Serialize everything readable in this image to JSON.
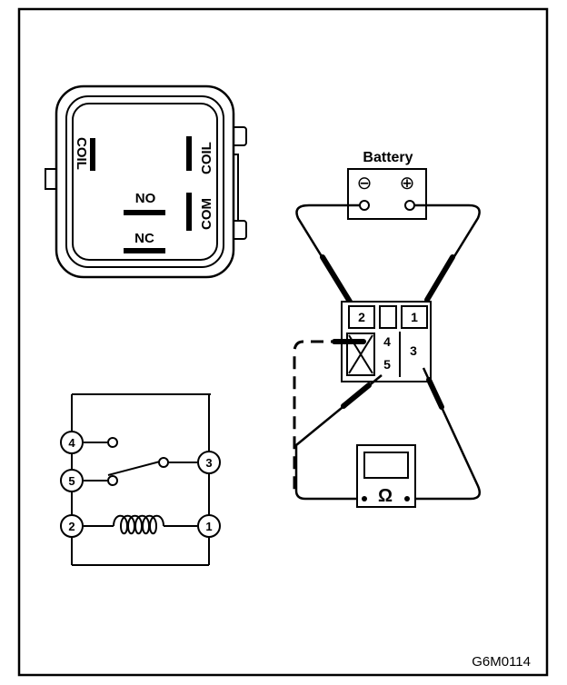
{
  "connector": {
    "pin_labels": {
      "coil_left": "COIL",
      "coil_right": "COIL",
      "com": "COM",
      "no": "NO",
      "nc": "NC"
    }
  },
  "schematic": {
    "terminals": [
      "4",
      "5",
      "3",
      "2",
      "1"
    ]
  },
  "test_setup": {
    "battery_label": "Battery",
    "battery_negative": "⊖",
    "battery_positive": "⊕",
    "relay_terminals": [
      "2",
      "1",
      "4",
      "3",
      "5"
    ],
    "ohmmeter_symbol": "Ω"
  },
  "figure_code": "G6M0114"
}
